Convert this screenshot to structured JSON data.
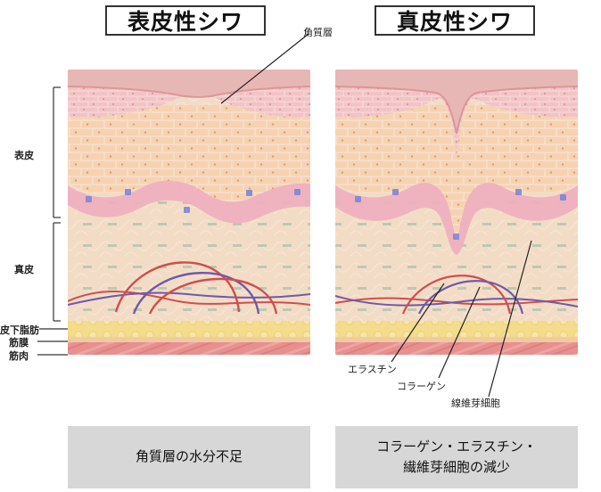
{
  "titles": {
    "left": "表皮性シワ",
    "right": "真皮性シワ"
  },
  "labels": {
    "stratum_corneum": "角質層",
    "epidermis": "表皮",
    "dermis": "真皮",
    "subcutaneous_fat": "皮下脂肪",
    "fascia": "筋膜",
    "muscle": "筋肉",
    "elastin": "エラスチン",
    "collagen": "コラーゲン",
    "fibroblast": "線維芽細胞"
  },
  "captions": {
    "left": "角質層の水分不足",
    "right_line1": "コラーゲン・エラスチン・",
    "right_line2": "繊維芽細胞の減少"
  },
  "colors": {
    "stratum": "#e7b7b5",
    "epidermis_pink": "#f2c3c5",
    "epidermis_peach": "#f6d2b2",
    "basal_pink": "#eeb0bf",
    "basal_nuclei": "#7d87d4",
    "dermis": "#f3dcc6",
    "fat": "#f3dc8b",
    "fascia": "#f1c9a2",
    "muscle": "#e88f8f",
    "collagen": "#cf4e4e",
    "elastin": "#6e5aa9",
    "box_gray": "#d7d7d7"
  }
}
